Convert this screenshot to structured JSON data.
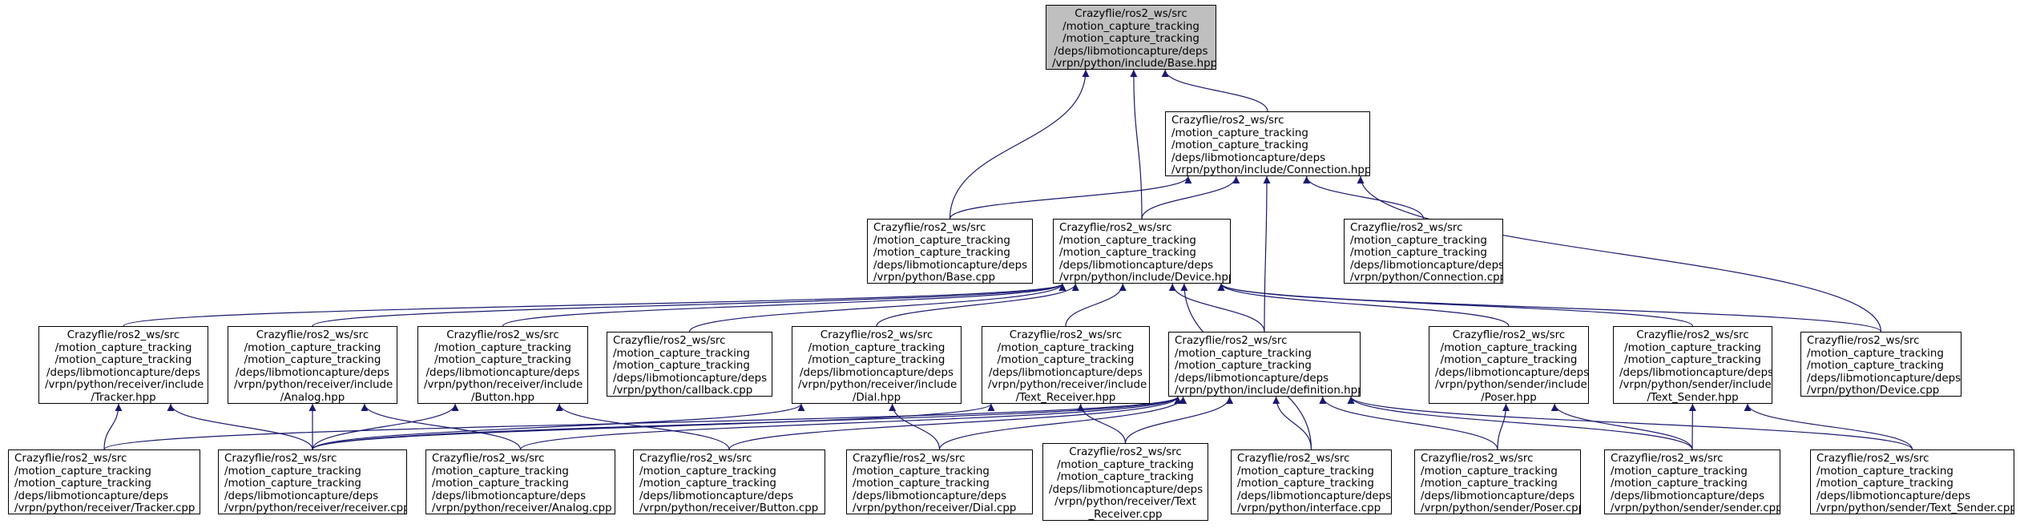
{
  "colors": {
    "edge": "#191970",
    "root_fill": "#bfbfbf",
    "node_fill": "#ffffff",
    "border": "#000000"
  },
  "nodes": {
    "base_hpp": {
      "lines": [
        "Crazyflie/ros2_ws/src",
        "/motion_capture_tracking",
        "/motion_capture_tracking",
        "/deps/libmotioncapture/deps",
        "/vrpn/python/include/Base.hpp"
      ]
    },
    "connection_hpp": {
      "lines": [
        "Crazyflie/ros2_ws/src",
        "/motion_capture_tracking",
        "/motion_capture_tracking",
        "/deps/libmotioncapture/deps",
        "/vrpn/python/include/Connection.hpp"
      ]
    },
    "base_cpp": {
      "lines": [
        "Crazyflie/ros2_ws/src",
        "/motion_capture_tracking",
        "/motion_capture_tracking",
        "/deps/libmotioncapture/deps",
        "/vrpn/python/Base.cpp"
      ]
    },
    "device_hpp": {
      "lines": [
        "Crazyflie/ros2_ws/src",
        "/motion_capture_tracking",
        "/motion_capture_tracking",
        "/deps/libmotioncapture/deps",
        "/vrpn/python/include/Device.hpp"
      ]
    },
    "connection_cpp": {
      "lines": [
        "Crazyflie/ros2_ws/src",
        "/motion_capture_tracking",
        "/motion_capture_tracking",
        "/deps/libmotioncapture/deps",
        "/vrpn/python/Connection.cpp"
      ]
    },
    "tracker_hpp": {
      "lines": [
        "Crazyflie/ros2_ws/src",
        "/motion_capture_tracking",
        "/motion_capture_tracking",
        "/deps/libmotioncapture/deps",
        "/vrpn/python/receiver/include",
        "/Tracker.hpp"
      ]
    },
    "analog_hpp": {
      "lines": [
        "Crazyflie/ros2_ws/src",
        "/motion_capture_tracking",
        "/motion_capture_tracking",
        "/deps/libmotioncapture/deps",
        "/vrpn/python/receiver/include",
        "/Analog.hpp"
      ]
    },
    "button_hpp": {
      "lines": [
        "Crazyflie/ros2_ws/src",
        "/motion_capture_tracking",
        "/motion_capture_tracking",
        "/deps/libmotioncapture/deps",
        "/vrpn/python/receiver/include",
        "/Button.hpp"
      ]
    },
    "callback_cpp": {
      "lines": [
        "Crazyflie/ros2_ws/src",
        "/motion_capture_tracking",
        "/motion_capture_tracking",
        "/deps/libmotioncapture/deps",
        "/vrpn/python/callback.cpp"
      ]
    },
    "dial_hpp": {
      "lines": [
        "Crazyflie/ros2_ws/src",
        "/motion_capture_tracking",
        "/motion_capture_tracking",
        "/deps/libmotioncapture/deps",
        "/vrpn/python/receiver/include",
        "/Dial.hpp"
      ]
    },
    "text_receiver_hpp": {
      "lines": [
        "Crazyflie/ros2_ws/src",
        "/motion_capture_tracking",
        "/motion_capture_tracking",
        "/deps/libmotioncapture/deps",
        "/vrpn/python/receiver/include",
        "/Text_Receiver.hpp"
      ]
    },
    "definition_hpp": {
      "lines": [
        "Crazyflie/ros2_ws/src",
        "/motion_capture_tracking",
        "/motion_capture_tracking",
        "/deps/libmotioncapture/deps",
        "/vrpn/python/include/definition.hpp"
      ]
    },
    "poser_hpp": {
      "lines": [
        "Crazyflie/ros2_ws/src",
        "/motion_capture_tracking",
        "/motion_capture_tracking",
        "/deps/libmotioncapture/deps",
        "/vrpn/python/sender/include",
        "/Poser.hpp"
      ]
    },
    "text_sender_hpp": {
      "lines": [
        "Crazyflie/ros2_ws/src",
        "/motion_capture_tracking",
        "/motion_capture_tracking",
        "/deps/libmotioncapture/deps",
        "/vrpn/python/sender/include",
        "/Text_Sender.hpp"
      ]
    },
    "device_cpp": {
      "lines": [
        "Crazyflie/ros2_ws/src",
        "/motion_capture_tracking",
        "/motion_capture_tracking",
        "/deps/libmotioncapture/deps",
        "/vrpn/python/Device.cpp"
      ]
    },
    "tracker_cpp": {
      "lines": [
        "Crazyflie/ros2_ws/src",
        "/motion_capture_tracking",
        "/motion_capture_tracking",
        "/deps/libmotioncapture/deps",
        "/vrpn/python/receiver/Tracker.cpp"
      ]
    },
    "receiver_cpp": {
      "lines": [
        "Crazyflie/ros2_ws/src",
        "/motion_capture_tracking",
        "/motion_capture_tracking",
        "/deps/libmotioncapture/deps",
        "/vrpn/python/receiver/receiver.cpp"
      ]
    },
    "analog_cpp": {
      "lines": [
        "Crazyflie/ros2_ws/src",
        "/motion_capture_tracking",
        "/motion_capture_tracking",
        "/deps/libmotioncapture/deps",
        "/vrpn/python/receiver/Analog.cpp"
      ]
    },
    "button_cpp": {
      "lines": [
        "Crazyflie/ros2_ws/src",
        "/motion_capture_tracking",
        "/motion_capture_tracking",
        "/deps/libmotioncapture/deps",
        "/vrpn/python/receiver/Button.cpp"
      ]
    },
    "dial_cpp": {
      "lines": [
        "Crazyflie/ros2_ws/src",
        "/motion_capture_tracking",
        "/motion_capture_tracking",
        "/deps/libmotioncapture/deps",
        "/vrpn/python/receiver/Dial.cpp"
      ]
    },
    "text_receiver_cpp": {
      "lines": [
        "Crazyflie/ros2_ws/src",
        "/motion_capture_tracking",
        "/motion_capture_tracking",
        "/deps/libmotioncapture/deps",
        "/vrpn/python/receiver/Text",
        "_Receiver.cpp"
      ]
    },
    "interface_cpp": {
      "lines": [
        "Crazyflie/ros2_ws/src",
        "/motion_capture_tracking",
        "/motion_capture_tracking",
        "/deps/libmotioncapture/deps",
        "/vrpn/python/interface.cpp"
      ]
    },
    "poser_cpp": {
      "lines": [
        "Crazyflie/ros2_ws/src",
        "/motion_capture_tracking",
        "/motion_capture_tracking",
        "/deps/libmotioncapture/deps",
        "/vrpn/python/sender/Poser.cpp"
      ]
    },
    "sender_cpp": {
      "lines": [
        "Crazyflie/ros2_ws/src",
        "/motion_capture_tracking",
        "/motion_capture_tracking",
        "/deps/libmotioncapture/deps",
        "/vrpn/python/sender/sender.cpp"
      ]
    },
    "text_sender_cpp": {
      "lines": [
        "Crazyflie/ros2_ws/src",
        "/motion_capture_tracking",
        "/motion_capture_tracking",
        "/deps/libmotioncapture/deps",
        "/vrpn/python/sender/Text_Sender.cpp"
      ]
    }
  },
  "edges": [
    [
      "connection_hpp",
      "base_hpp"
    ],
    [
      "base_cpp",
      "base_hpp"
    ],
    [
      "device_hpp",
      "base_hpp"
    ],
    [
      "base_cpp",
      "connection_hpp"
    ],
    [
      "device_hpp",
      "connection_hpp"
    ],
    [
      "connection_cpp",
      "connection_hpp"
    ],
    [
      "definition_hpp",
      "connection_hpp"
    ],
    [
      "device_cpp",
      "connection_hpp"
    ],
    [
      "tracker_hpp",
      "device_hpp"
    ],
    [
      "analog_hpp",
      "device_hpp"
    ],
    [
      "button_hpp",
      "device_hpp"
    ],
    [
      "callback_cpp",
      "device_hpp"
    ],
    [
      "dial_hpp",
      "device_hpp"
    ],
    [
      "text_receiver_hpp",
      "device_hpp"
    ],
    [
      "definition_hpp",
      "device_hpp"
    ],
    [
      "poser_hpp",
      "device_hpp"
    ],
    [
      "text_sender_hpp",
      "device_hpp"
    ],
    [
      "device_cpp",
      "device_hpp"
    ],
    [
      "interface_cpp",
      "device_hpp"
    ],
    [
      "tracker_cpp",
      "tracker_hpp"
    ],
    [
      "receiver_cpp",
      "tracker_hpp"
    ],
    [
      "receiver_cpp",
      "analog_hpp"
    ],
    [
      "analog_cpp",
      "analog_hpp"
    ],
    [
      "receiver_cpp",
      "button_hpp"
    ],
    [
      "button_cpp",
      "button_hpp"
    ],
    [
      "receiver_cpp",
      "dial_hpp"
    ],
    [
      "dial_cpp",
      "dial_hpp"
    ],
    [
      "receiver_cpp",
      "text_receiver_hpp"
    ],
    [
      "text_receiver_cpp",
      "text_receiver_hpp"
    ],
    [
      "tracker_cpp",
      "definition_hpp"
    ],
    [
      "receiver_cpp",
      "definition_hpp"
    ],
    [
      "analog_cpp",
      "definition_hpp"
    ],
    [
      "button_cpp",
      "definition_hpp"
    ],
    [
      "dial_cpp",
      "definition_hpp"
    ],
    [
      "text_receiver_cpp",
      "definition_hpp"
    ],
    [
      "interface_cpp",
      "definition_hpp"
    ],
    [
      "poser_cpp",
      "definition_hpp"
    ],
    [
      "sender_cpp",
      "definition_hpp"
    ],
    [
      "text_sender_cpp",
      "definition_hpp"
    ],
    [
      "poser_cpp",
      "poser_hpp"
    ],
    [
      "sender_cpp",
      "poser_hpp"
    ],
    [
      "sender_cpp",
      "text_sender_hpp"
    ],
    [
      "text_sender_cpp",
      "text_sender_hpp"
    ]
  ]
}
